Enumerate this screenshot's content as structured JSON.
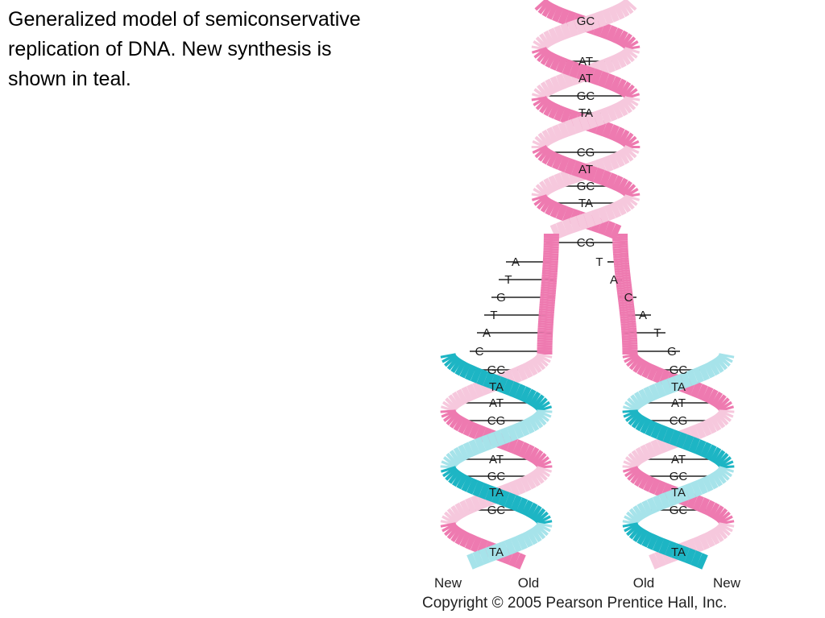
{
  "caption": "Generalized model of semiconservative replication of DNA. New synthesis is shown in teal.",
  "copyright": "Copyright © 2005 Pearson Prentice Hall, Inc.",
  "colors": {
    "old_strand": "#ee7ab0",
    "old_strand_light": "#f6c8dd",
    "new_strand": "#1db5c4",
    "new_strand_light": "#a6e3ea",
    "rung": "#222222"
  },
  "strand_labels": [
    "New",
    "Old",
    "Old",
    "New"
  ],
  "parent_pairs": [
    "GC",
    "AT",
    "AT",
    "GC",
    "TA",
    "CG",
    "AT",
    "GC",
    "TA",
    "CG"
  ],
  "fork": {
    "left_bases": [
      "A",
      "T",
      "G",
      "T",
      "A",
      "C"
    ],
    "right_bases": [
      "T",
      "A",
      "C",
      "A",
      "T",
      "G"
    ]
  },
  "daughter_left_pairs": [
    "GC",
    "TA",
    "AT",
    "CG",
    "AT",
    "GC",
    "TA",
    "GC",
    "TA"
  ],
  "daughter_right_pairs": [
    "GC",
    "TA",
    "AT",
    "CG",
    "AT",
    "GC",
    "TA",
    "GC",
    "TA"
  ]
}
